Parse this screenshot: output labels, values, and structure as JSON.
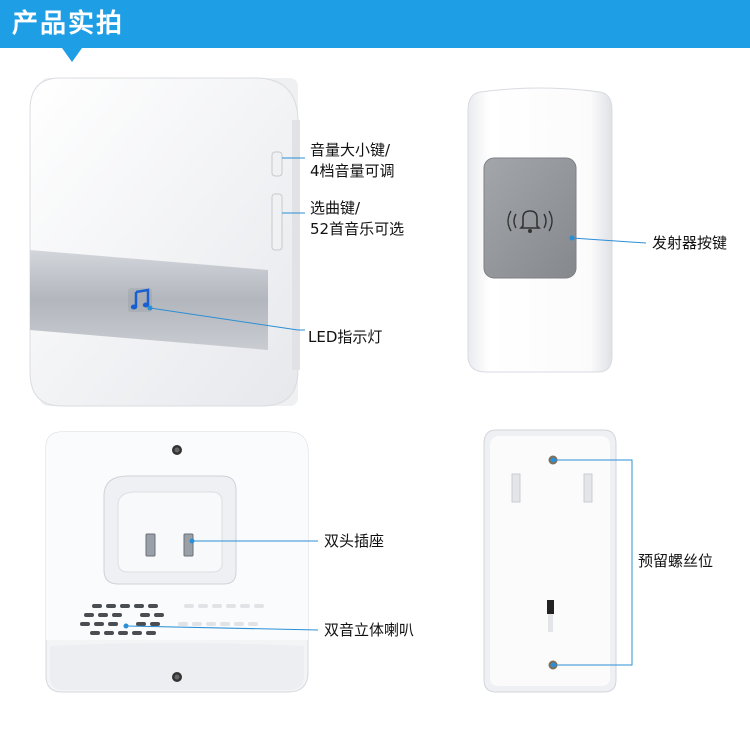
{
  "header": {
    "title": "产品实拍"
  },
  "labels": {
    "volume_line1": "音量大小键/",
    "volume_line2": "4档音量可调",
    "song_line1": "选曲键/",
    "song_line2": "52首音乐可选",
    "led": "LED指示灯",
    "transmitter_button": "发射器按键",
    "dual_plug": "双头插座",
    "stereo_speaker": "双音立体喇叭",
    "screw_holes": "预留螺丝位"
  },
  "colors": {
    "header": "#1e9ee5",
    "callout_line": "#2b8fd6",
    "device_white": "#f5f6f8",
    "silver_strip": "#b9bdc4",
    "button_gray": "#8e9196",
    "led_blue": "#1a5fd1"
  },
  "icons": {
    "music_note": "music-note-icon",
    "bell": "bell-icon"
  }
}
